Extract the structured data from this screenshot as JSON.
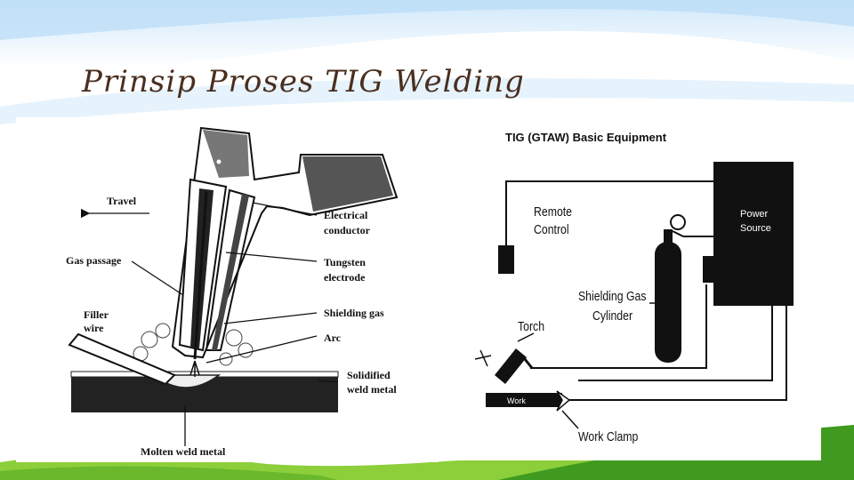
{
  "slide": {
    "title": "Prinsip Proses TIG Welding"
  },
  "left_diagram": {
    "labels": {
      "travel": "Travel",
      "gas_passage": "Gas passage",
      "filler": "Filler",
      "wire": "wire",
      "electrical": "Electrical",
      "conductor": "conductor",
      "tungsten": "Tungsten",
      "electrode": "electrode",
      "shielding_gas": "Shielding gas",
      "arc": "Arc",
      "solidified": "Solidified",
      "weld_metal": "weld metal",
      "molten": "Molten weld metal"
    }
  },
  "right_diagram": {
    "heading": "TIG (GTAW) Basic Equipment",
    "labels": {
      "remote": "Remote",
      "control": "Control",
      "power": "Power",
      "source": "Source",
      "shielding_gas": "Shielding Gas",
      "cylinder": "Cylinder",
      "torch": "Torch",
      "work": "Work",
      "work_clamp": "Work Clamp"
    }
  },
  "colors": {
    "sky_light": "#dcefff",
    "sky_mid": "#b9dcf6",
    "grass_dark": "#3f9a1f",
    "grass_light": "#8ccf3a",
    "title_color": "#4a2f1f"
  }
}
